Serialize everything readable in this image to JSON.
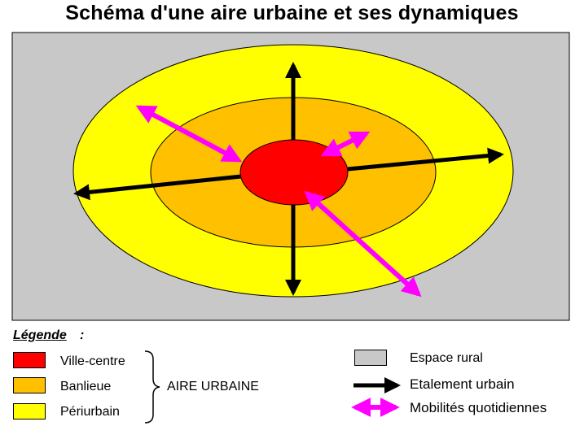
{
  "title": "Schéma d'une aire urbaine et ses dynamiques",
  "colors": {
    "rural": "#c8c8c8",
    "ville_centre": "#ff0000",
    "banlieue": "#ffc000",
    "periurbain": "#ffff00",
    "etalement_arrow": "#000000",
    "mobilites_arrow": "#ff00ff"
  },
  "legend": {
    "heading": "Légende",
    "colon": ":",
    "zones": [
      {
        "label": "Ville-centre",
        "color": "#ff0000"
      },
      {
        "label": "Banlieue",
        "color": "#ffc000"
      },
      {
        "label": "Périurbain",
        "color": "#ffff00"
      }
    ],
    "group_label": "AIRE URBAINE",
    "rural_label": "Espace rural",
    "etalement_label": "Etalement urbain",
    "mobilites_label": "Mobilités quotidiennes"
  }
}
